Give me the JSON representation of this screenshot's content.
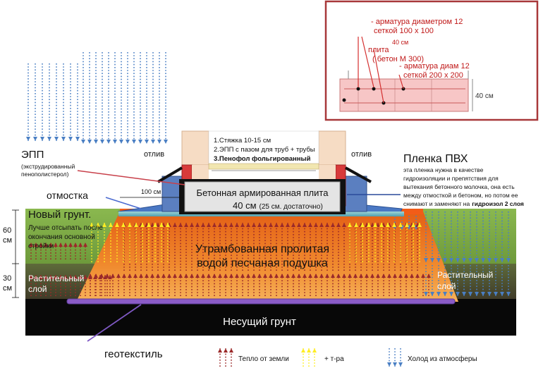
{
  "inset": {
    "rebar_top": [
      "- арматура диаметром 12",
      "сеткой 100 x 100"
    ],
    "thickness_top": "40 см",
    "slab": [
      "плита",
      "( бетон М 300)"
    ],
    "rebar_bottom": [
      "- арматура диам 12",
      "сеткой 200 x 200"
    ],
    "thickness_side": "40 см"
  },
  "layers_note": [
    "1.Стяжка 10-15 см",
    "2.ЭПП с пазом для труб + трубы",
    "3.Пенофол фольгированный"
  ],
  "labels": {
    "epp_title": "ЭПП",
    "epp_desc": [
      "(экструдированный",
      "пенополистерол)"
    ],
    "otliv_left": "отлив",
    "otliv_right": "отлив",
    "otmostka": "отмостка",
    "dim_100": "100 см",
    "slab_main": "Бетонная армированная плита",
    "slab_thick": "40 см",
    "slab_note": "(25 см. достаточно)",
    "pvc_title": "Пленка ПВХ",
    "pvc_desc": [
      "эта пленка нужна в качестве",
      "гидроизоляции и препятствия для",
      "вытекания бетонного молочка, она есть",
      "между отмосткой и бетоном, но потом ее",
      "снимают и заменяют на"
    ],
    "pvc_desc_bold": "гидроизол 2 слоя",
    "new_soil_title": "Новый грунт.",
    "new_soil_desc": [
      "Лучше отсыпать после",
      "окончания основной",
      "стройки"
    ],
    "dim_60": [
      "60",
      "см"
    ],
    "dim_30": [
      "30",
      "см"
    ],
    "cushion": [
      "Утрамбованная пролитая",
      "водой песчаная подушка"
    ],
    "plant_left": [
      "Растительный",
      "слой"
    ],
    "plant_right": [
      "Растительный",
      "слой"
    ],
    "bearing": "Несущий грунт",
    "geotextile": "геотекстиль"
  },
  "legend": {
    "heat": "Тепло от земли",
    "temp": "+ т-ра",
    "cold": "Холод из атмосферы"
  },
  "colors": {
    "heat_arrow": "#9b2a2a",
    "temp_arrow": "#ffee22",
    "cold_arrow": "#4a7fc4",
    "soil_green": "#7aa646",
    "cushion_orange": "#ef7a26",
    "bearing": "#080808",
    "slab_red": "#d9292b",
    "geotextile": "#8b5cc7"
  }
}
